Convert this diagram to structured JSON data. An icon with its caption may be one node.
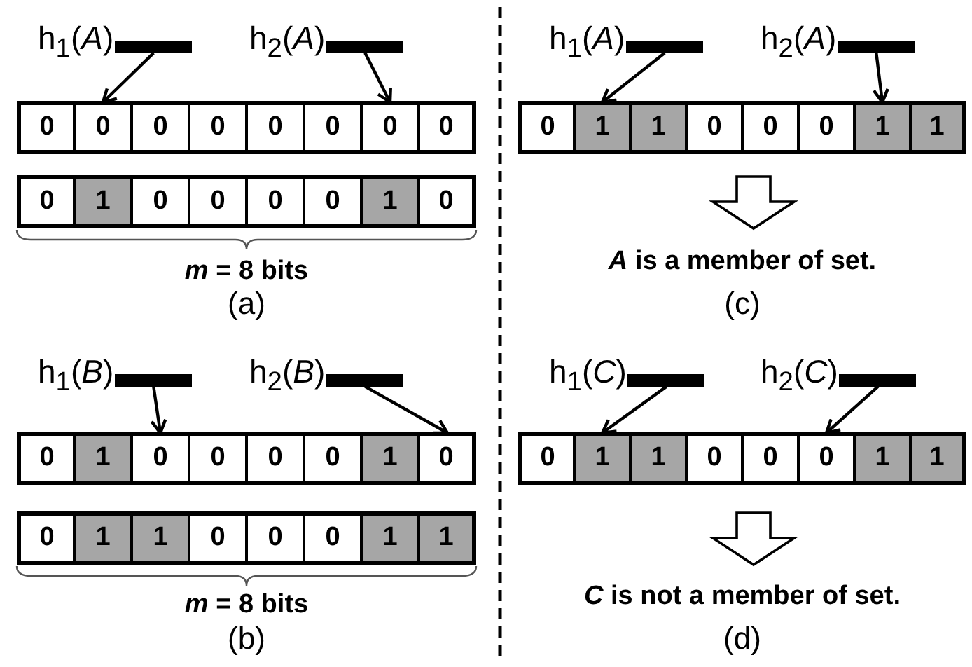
{
  "diagram": {
    "nodes": [
      {
        "text": [
          "h$_{1}$(*A*)"
        ]
      },
      {
        "text": [
          "h$_{2}$(*A*)"
        ]
      },
      {
        "text": [
          "0"
        ]
      },
      {
        "text": [
          "0"
        ]
      },
      {
        "text": [
          "0"
        ]
      },
      {
        "text": [
          "0"
        ]
      },
      {
        "text": [
          "0"
        ]
      },
      {
        "text": [
          "0"
        ]
      },
      {
        "text": [
          "0"
        ]
      },
      {
        "text": [
          "0"
        ]
      },
      {
        "text": [
          "0"
        ]
      },
      {
        "text": [
          "1"
        ]
      },
      {
        "text": [
          "0"
        ]
      },
      {
        "text": [
          "0"
        ]
      },
      {
        "text": [
          "0"
        ]
      },
      {
        "text": [
          "0"
        ]
      },
      {
        "text": [
          "1"
        ]
      },
      {
        "text": [
          "0"
        ]
      },
      {
        "text": [
          "h$_{1}$(*A*)"
        ]
      },
      {
        "text": [
          "h$_{2}$(*A*)"
        ]
      },
      {
        "text": [
          "0"
        ]
      },
      {
        "text": [
          "1"
        ]
      },
      {
        "text": [
          "1"
        ]
      },
      {
        "text": [
          "0"
        ]
      },
      {
        "text": [
          "0"
        ]
      },
      {
        "text": [
          "0"
        ]
      },
      {
        "text": [
          "1"
        ]
      },
      {
        "text": [
          "1"
        ]
      },
      {
        "text": [
          "h$_{1}$(*B*)"
        ]
      },
      {
        "text": [
          "h$_{2}$(*B*)"
        ]
      },
      {
        "text": [
          "0"
        ]
      },
      {
        "text": [
          "1"
        ]
      },
      {
        "text": [
          "0"
        ]
      },
      {
        "text": [
          "0"
        ]
      },
      {
        "text": [
          "0"
        ]
      },
      {
        "text": [
          "0"
        ]
      },
      {
        "text": [
          "1"
        ]
      },
      {
        "text": [
          "0"
        ]
      },
      {
        "text": [
          "0"
        ]
      },
      {
        "text": [
          "1"
        ]
      },
      {
        "text": [
          "1"
        ]
      },
      {
        "text": [
          "0"
        ]
      },
      {
        "text": [
          "0"
        ]
      },
      {
        "text": [
          "0"
        ]
      },
      {
        "text": [
          "1"
        ]
      },
      {
        "text": [
          "1"
        ]
      },
      {
        "text": [
          "h$_{1}$(*C*)"
        ]
      },
      {
        "text": [
          "h$_{2}$(*C*)"
        ]
      },
      {
        "text": [
          "0"
        ]
      },
      {
        "text": [
          "1"
        ]
      },
      {
        "text": [
          "1"
        ]
      },
      {
        "text": [
          "0"
        ]
      },
      {
        "text": [
          "0"
        ]
      },
      {
        "text": [
          "0"
        ]
      },
      {
        "text": [
          "1"
        ]
      },
      {
        "text": [
          "1"
        ]
      }
    ],
    "edges": [
      {
        "from": 0,
        "to": 3,
        "arrow": "to"
      },
      {
        "from": 1,
        "to": 8,
        "arrow": "to"
      },
      {
        "from": 18,
        "to": 21,
        "arrow": "to"
      },
      {
        "from": 19,
        "to": 26,
        "arrow": "to"
      },
      {
        "from": 28,
        "to": 32,
        "arrow": "to"
      },
      {
        "from": 29,
        "to": 37,
        "arrow": "to"
      },
      {
        "from": 46,
        "to": 49,
        "arrow": "to"
      },
      {
        "from": 47,
        "to": 53,
        "arrow": "to"
      }
    ],
    "labels": [
      "*m* = 8 bits",
      "(a)",
      "*A* is a member of set.",
      "(c)",
      "*m* = 8 bits",
      "(b)",
      "*C* is not a member of set.",
      "(d)"
    ]
  }
}
